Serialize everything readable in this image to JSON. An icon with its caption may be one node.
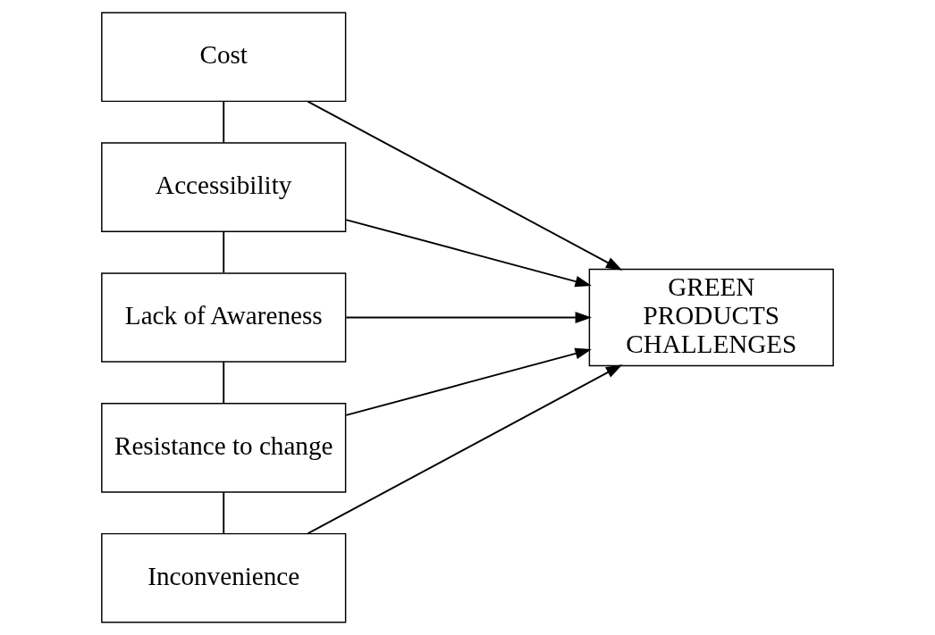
{
  "diagram": {
    "nodes": [
      {
        "text": [
          "Cost"
        ]
      },
      {
        "text": [
          "Accessibility"
        ]
      },
      {
        "text": [
          "Lack of Awareness"
        ]
      },
      {
        "text": [
          "Resistance to change"
        ]
      },
      {
        "text": [
          "Inconvenience"
        ]
      },
      {
        "text": [
          "GREEN PRODUCTS CHALLENGES"
        ]
      }
    ],
    "edges": [
      {
        "from": 0,
        "to": 1,
        "arrow": "none"
      },
      {
        "from": 1,
        "to": 2,
        "arrow": "none"
      },
      {
        "from": 2,
        "to": 3,
        "arrow": "none"
      },
      {
        "from": 3,
        "to": 4,
        "arrow": "none"
      },
      {
        "from": 0,
        "to": 5,
        "arrow": "to"
      },
      {
        "from": 1,
        "to": 5,
        "arrow": "to"
      },
      {
        "from": 2,
        "to": 5,
        "arrow": "to"
      },
      {
        "from": 3,
        "to": 5,
        "arrow": "to"
      },
      {
        "from": 4,
        "to": 5,
        "arrow": "to"
      }
    ]
  }
}
